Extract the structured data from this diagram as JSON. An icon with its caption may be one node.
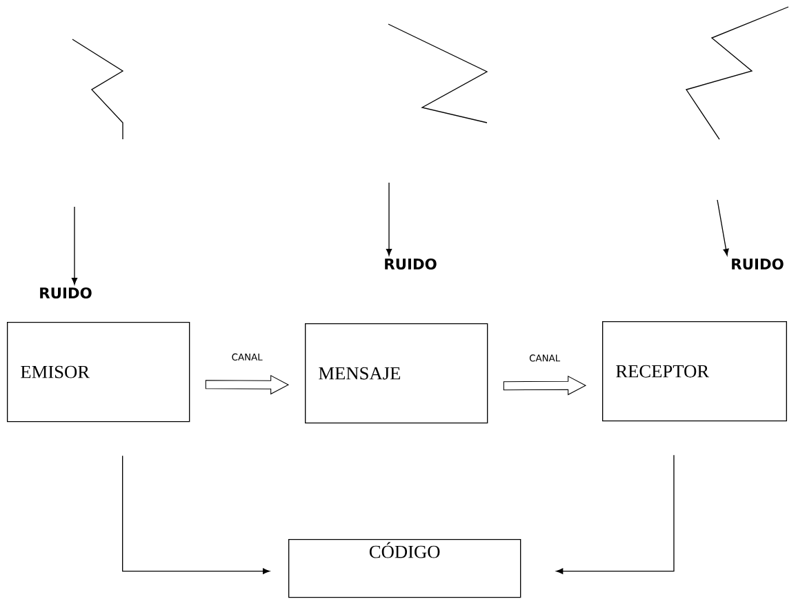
{
  "diagram": {
    "nodes": [
      {
        "text": [
          "EMISOR"
        ]
      },
      {
        "text": [
          "MENSAJE"
        ]
      },
      {
        "text": [
          "RECEPTOR"
        ]
      },
      {
        "text": [
          "CÓDIGO"
        ]
      },
      {
        "text": [
          "RUIDO"
        ]
      },
      {
        "text": [
          "RUIDO"
        ]
      },
      {
        "text": [
          "RUIDO"
        ]
      }
    ],
    "edges": [
      {
        "from": 0,
        "to": 1,
        "arrow": "to",
        "label": "CANAL"
      },
      {
        "from": 1,
        "to": 2,
        "arrow": "to",
        "label": "CANAL"
      },
      {
        "from": 0,
        "to": 3,
        "arrow": "to"
      },
      {
        "from": 2,
        "to": 3,
        "arrow": "to"
      },
      {
        "from": null,
        "to": 4,
        "arrow": "to"
      },
      {
        "from": null,
        "to": 5,
        "arrow": "to"
      },
      {
        "from": null,
        "to": 6,
        "arrow": "to"
      }
    ]
  }
}
